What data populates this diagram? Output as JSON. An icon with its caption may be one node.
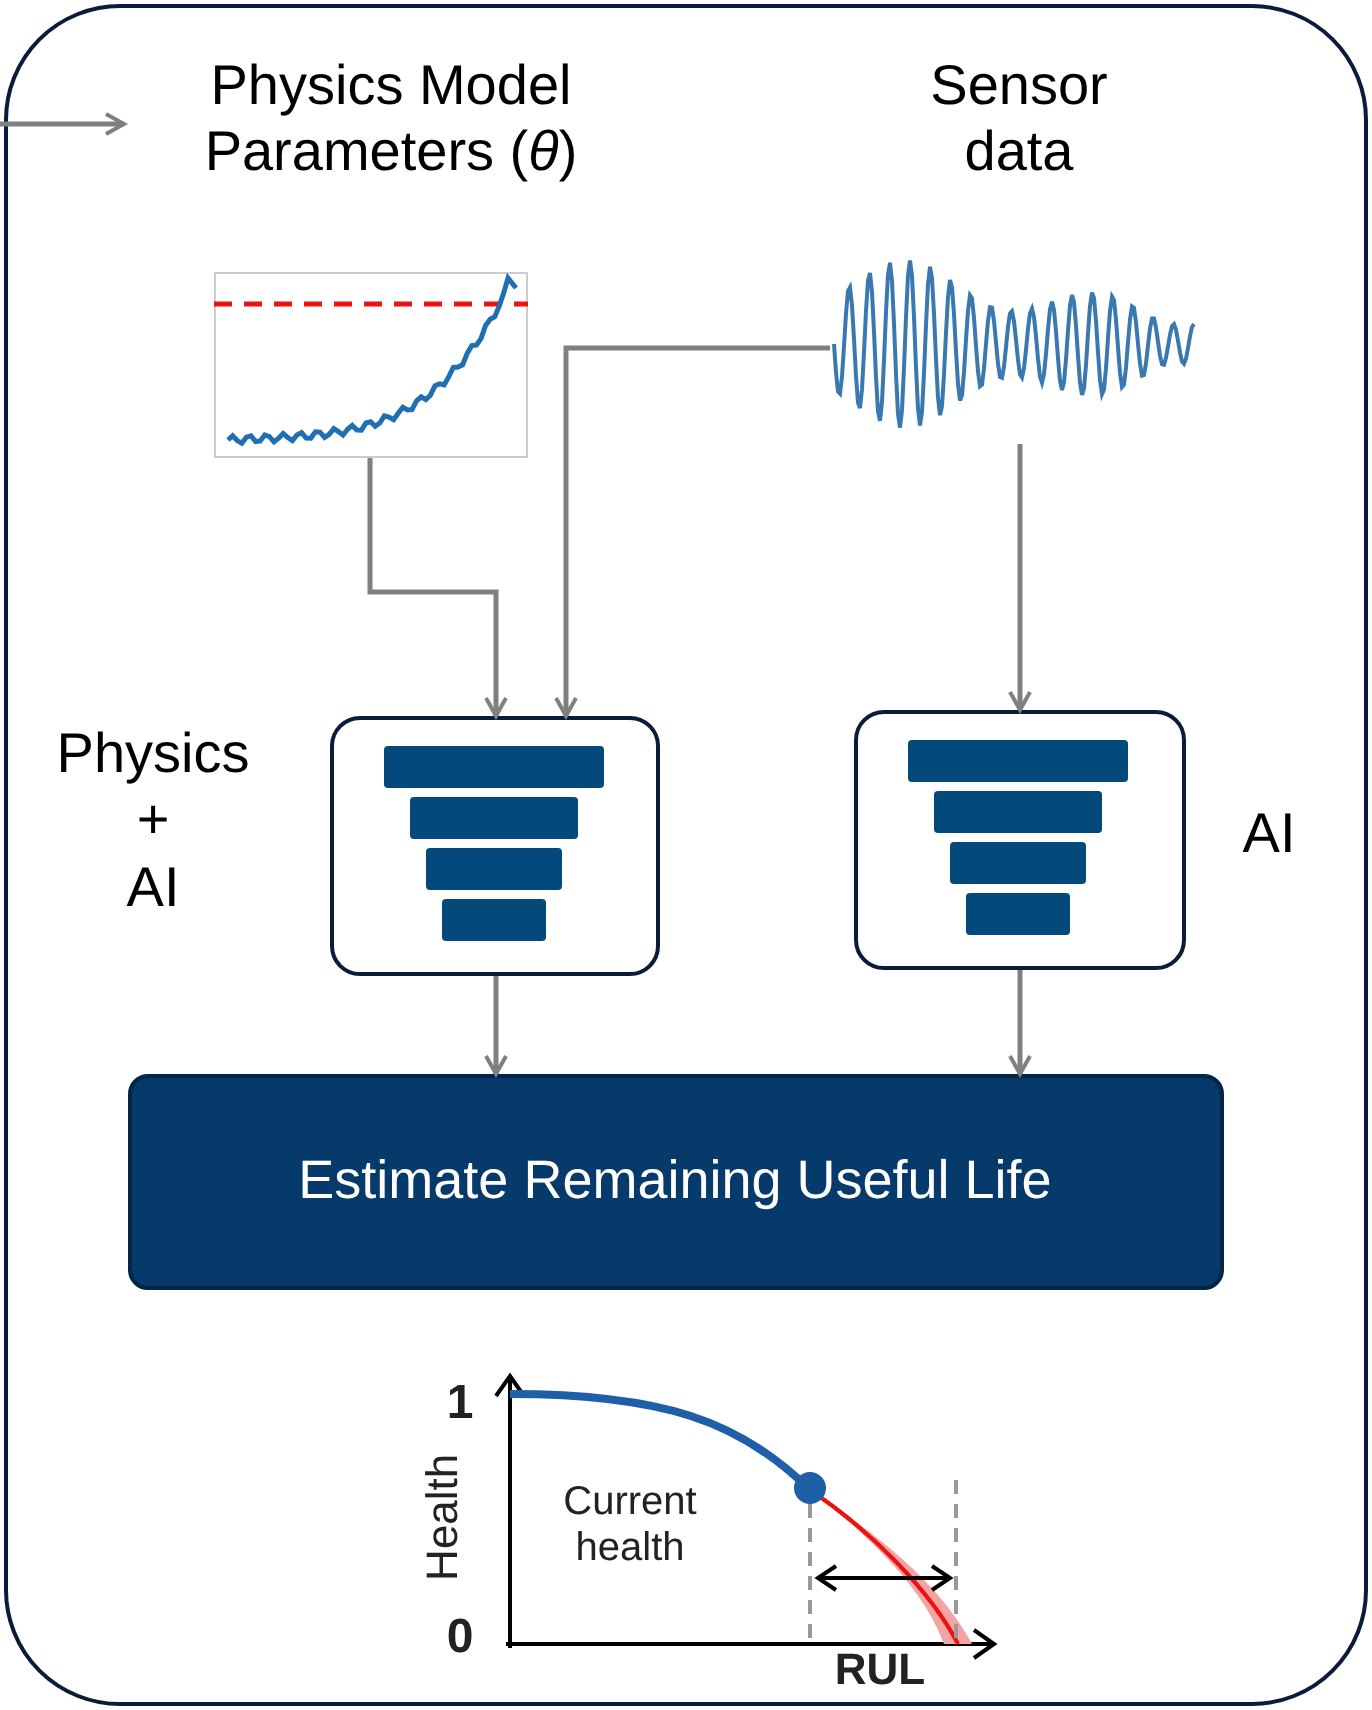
{
  "diagram": {
    "nodes": [
      {
        "text": [],
        "shape": "box"
      },
      {
        "text": [
          "Physics Model Parameters (*θ*)"
        ],
        "in": 0
      },
      {
        "text": [
          "Sensor data"
        ],
        "in": 0
      },
      {
        "text": [],
        "shape": "picture",
        "in": 0
      },
      {
        "text": [],
        "shape": "picture",
        "in": 0
      },
      {
        "text": [],
        "shape": "box",
        "in": 0,
        "beside": [
          "Physics + AI"
        ]
      },
      {
        "text": [],
        "shape": "box",
        "in": 0,
        "beside": [
          "AI"
        ]
      },
      {
        "text": [
          "Estimate Remaining Useful Life"
        ],
        "in": 0
      }
    ],
    "edges": [
      {
        "from": null,
        "to": 1,
        "arrow": "to"
      },
      {
        "from": 3,
        "to": 5,
        "arrow": "to"
      },
      {
        "from": 4,
        "to": 5,
        "arrow": "to"
      },
      {
        "from": 4,
        "to": 6,
        "arrow": "to"
      },
      {
        "from": 5,
        "to": 7,
        "arrow": "to"
      },
      {
        "from": 6,
        "to": 7,
        "arrow": "to"
      }
    ],
    "labels": [
      "1",
      "Health",
      "Current health",
      "0",
      "RUL"
    ]
  }
}
